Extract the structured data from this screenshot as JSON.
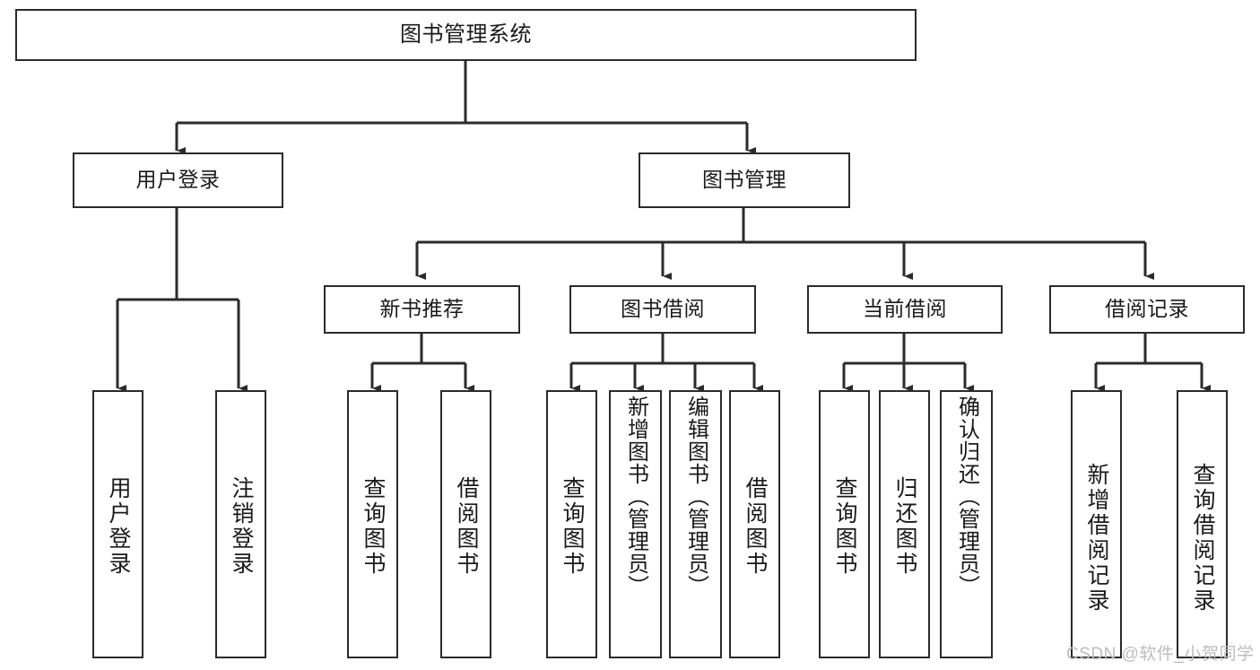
{
  "diagram": {
    "title": "图书管理系统",
    "type": "tree-hierarchy-chart",
    "levels": {
      "root": {
        "label": "图书管理系统"
      },
      "level2": [
        {
          "label": "用户登录"
        },
        {
          "label": "图书管理"
        }
      ],
      "level3": [
        {
          "label": "新书推荐"
        },
        {
          "label": "图书借阅"
        },
        {
          "label": "当前借阅"
        },
        {
          "label": "借阅记录"
        }
      ],
      "leaves": {
        "user_login": [
          {
            "label": "用户登录"
          },
          {
            "label": "注销登录"
          }
        ],
        "new_book_recommend": [
          {
            "label": "查询图书"
          },
          {
            "label": "借阅图书"
          }
        ],
        "book_borrow": [
          {
            "label": "查询图书"
          },
          {
            "label": "新增图书（管理员）"
          },
          {
            "label": "编辑图书（管理员）"
          },
          {
            "label": "借阅图书"
          }
        ],
        "current_borrow": [
          {
            "label": "查询图书"
          },
          {
            "label": "归还图书"
          },
          {
            "label": "确认归还（管理员）"
          }
        ],
        "borrow_record": [
          {
            "label": "新增借阅记录"
          },
          {
            "label": "查询借阅记录"
          }
        ]
      }
    },
    "watermark": "CSDN @软件_小贺同学",
    "colors": {
      "stroke": "#2b2b2b",
      "fill": "#ffffff",
      "text": "#1a1a1a",
      "watermark": "#bdbdbd"
    }
  }
}
